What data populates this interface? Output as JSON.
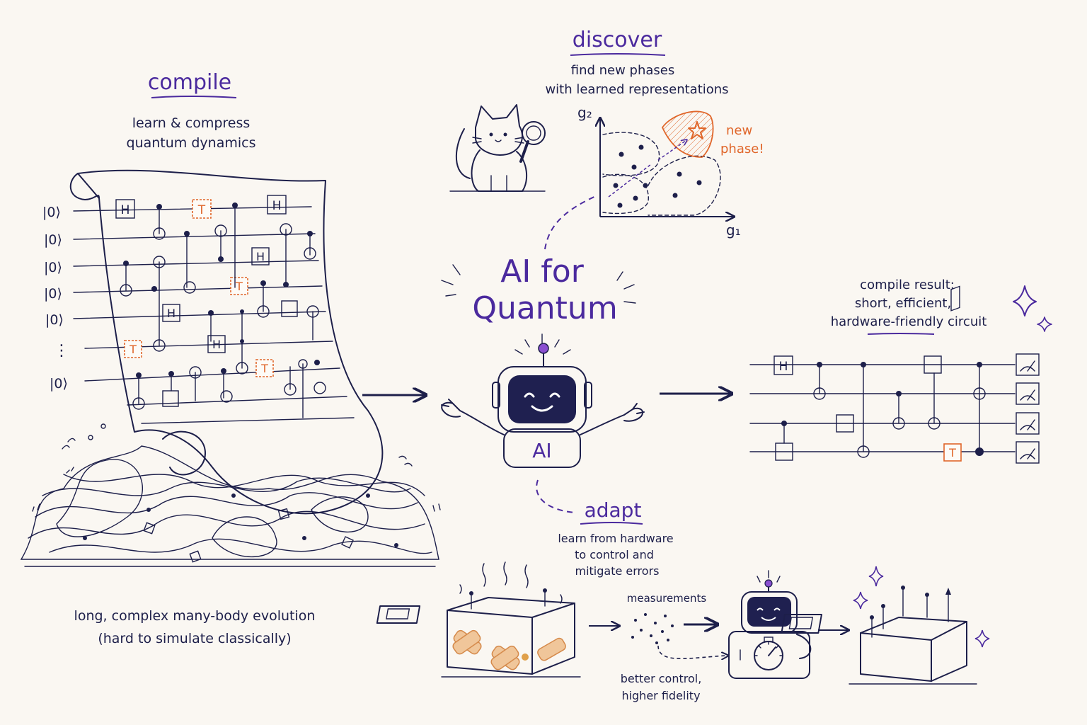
{
  "colors": {
    "ink": "#1d1f4a",
    "accent_purple": "#4b2a9e",
    "accent_orange": "#e0662a",
    "background": "#faf7f2",
    "screen": "#1f2050"
  },
  "center": {
    "title_line1": "AI for",
    "title_line2": "Quantum",
    "robot_chest_label": "AI"
  },
  "compile": {
    "heading": "compile",
    "subtitle_line1": "learn & compress",
    "subtitle_line2": "quantum dynamics",
    "ket_labels": [
      "|0⟩",
      "|0⟩",
      "|0⟩",
      "|0⟩",
      "|0⟩",
      "⋮",
      "|0⟩"
    ],
    "gate_h": "H",
    "gate_t": "T",
    "caption_line1": "long, complex many-body evolution",
    "caption_line2": "(hard to simulate classically)"
  },
  "discover": {
    "heading": "discover",
    "subtitle_line1": "find new phases",
    "subtitle_line2": "with learned representations",
    "axis_y": "g₂",
    "axis_x": "g₁",
    "annotation_line1": "new",
    "annotation_line2": "phase!",
    "icons": [
      "cat-icon",
      "magnifier-icon",
      "star-icon"
    ]
  },
  "result": {
    "caption_line1": "compile result:",
    "caption_line2": "short, efficient,",
    "caption_line3": "hardware-friendly circuit",
    "gate_h": "H",
    "gate_t": "T",
    "icons": [
      "sparkle-icon",
      "meter-icon"
    ]
  },
  "adapt": {
    "heading": "adapt",
    "subtitle_line1": "learn from hardware",
    "subtitle_line2": "to control and",
    "subtitle_line3": "mitigate errors",
    "measurements_label": "measurements",
    "outcome_line1": "better control,",
    "outcome_line2": "higher fidelity",
    "icons": [
      "bandaged-chip-box-icon",
      "robot-icon",
      "dial-icon",
      "fixed-chip-box-icon"
    ]
  }
}
